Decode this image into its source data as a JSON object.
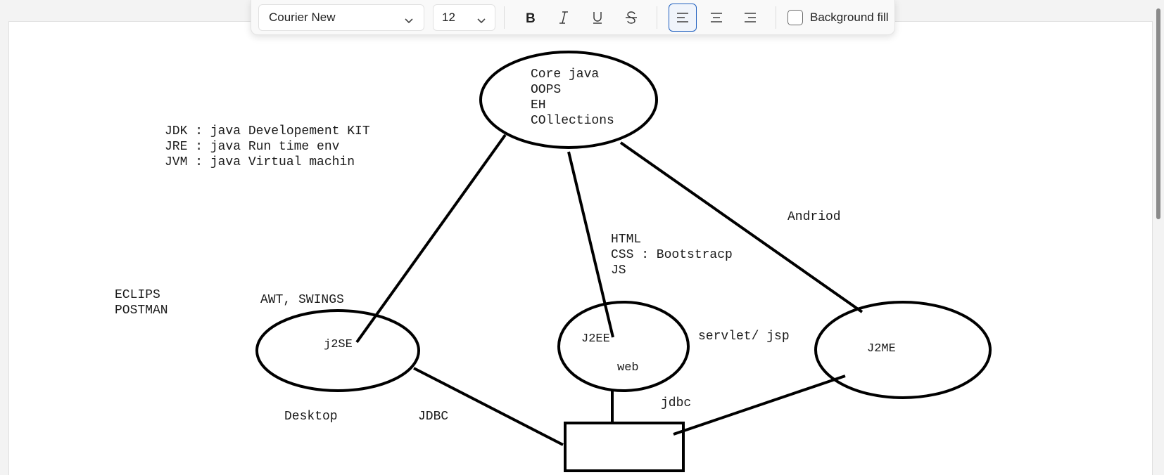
{
  "toolbar": {
    "font_family": "Courier New",
    "font_size": "12",
    "bold_label": "B",
    "italic_label": "I",
    "underline_label": "U",
    "strike_label": "S",
    "background_fill_label": "Background fill",
    "background_fill_checked": false,
    "active_alignment": "left",
    "accent_color": "#1f5fbf"
  },
  "drawing": {
    "jdk_line1": "JDK : java Developement KIT",
    "jdk_line2": "JRE : java Run time env",
    "jdk_line3": "JVM : java Virtual machin",
    "core_line1": "Core java",
    "core_line2": "OOPS",
    "core_line3": "EH",
    "core_line4": "COllections",
    "andriod": "Andriod",
    "html": "HTML",
    "css": "CSS : Bootstracp",
    "js": "JS",
    "eclips": "ECLIPS",
    "postman": "POSTMAN",
    "awt": "AWT, SWINGS",
    "j2se": "j2SE",
    "j2ee": "J2EE",
    "web": "web",
    "servlet": "servlet/ jsp",
    "j2me": "J2ME",
    "jdbc_lower": "jdbc",
    "desktop": "Desktop",
    "jdbc_upper": "JDBC"
  }
}
